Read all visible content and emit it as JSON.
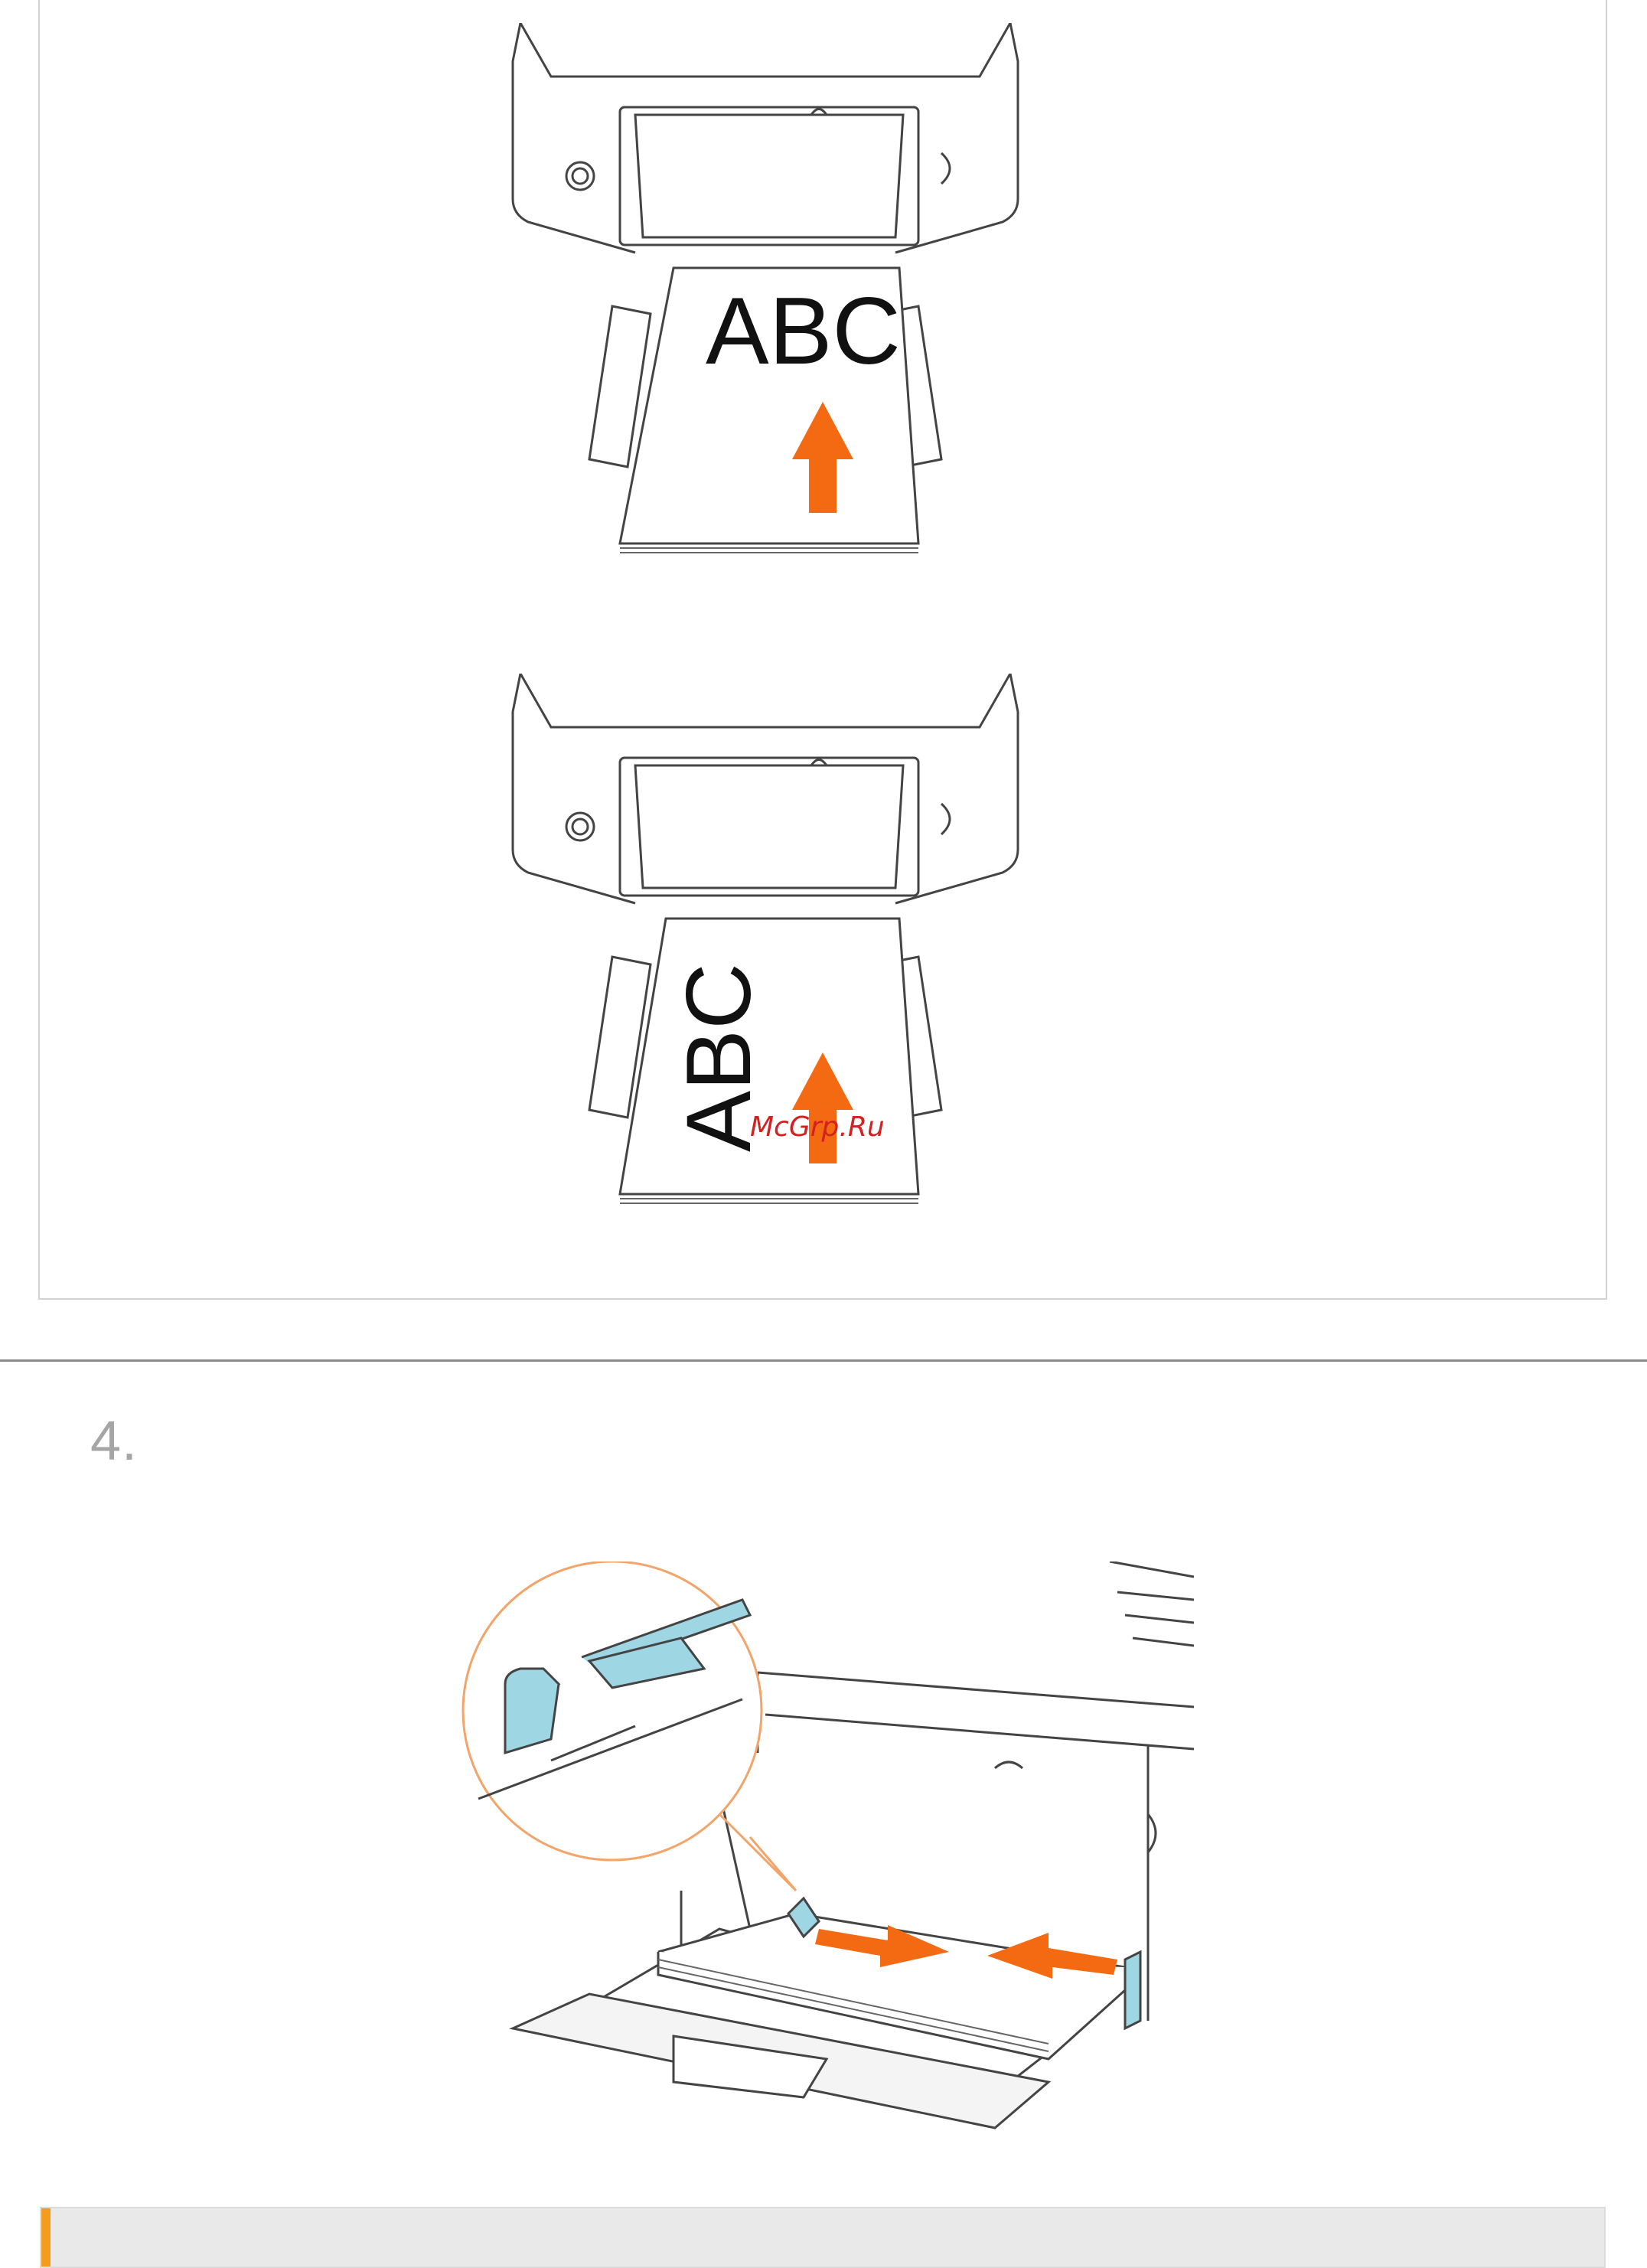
{
  "figures": [
    {
      "id": "portrait",
      "paper_text": "ABC"
    },
    {
      "id": "landscape",
      "paper_text": "ABC"
    },
    {
      "id": "guides"
    }
  ],
  "step": {
    "number": "4."
  },
  "watermark": {
    "text": "McGrp.Ru"
  },
  "colors": {
    "arrow": "#f36a12",
    "callout_circle": "#f2a46a",
    "guide": "#9fd6e4",
    "note_bar": "#f39c1d"
  }
}
